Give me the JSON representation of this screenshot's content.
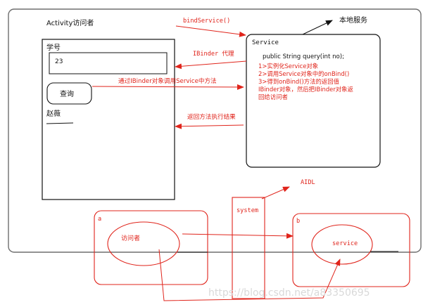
{
  "colors": {
    "red": "#e0241b",
    "black": "#111111",
    "gray_frame": "#6e6e6e",
    "watermark": "#d9d9d9"
  },
  "activity": {
    "title": "Activity访问者",
    "student_id_label": "学号",
    "student_id_value": "23",
    "query_button": "查询",
    "result_name": "赵薇"
  },
  "service": {
    "title": "Service",
    "method": "public String query(int no);",
    "steps": [
      "1>实例化Service对象",
      "2>调用Service对象中的onBind()",
      "3>得到onBind()方法的返回值",
      "IBinder对象，然后把IBinder对象返",
      "回给访问者"
    ]
  },
  "labels": {
    "local_service": "本地服务",
    "bind_service": "bindService()",
    "ibinder_proxy": "IBinder 代理",
    "call_via_ibinder": "通过IBinder对象调用Service中方法",
    "return_result": "返回方法执行结果",
    "aidl": "AIDL"
  },
  "bottom": {
    "a_label": "a",
    "visitor": "访问者",
    "system": "system",
    "b_label": "b",
    "service": "service"
  },
  "watermark": "https://blog.csdn.net/a83350695"
}
